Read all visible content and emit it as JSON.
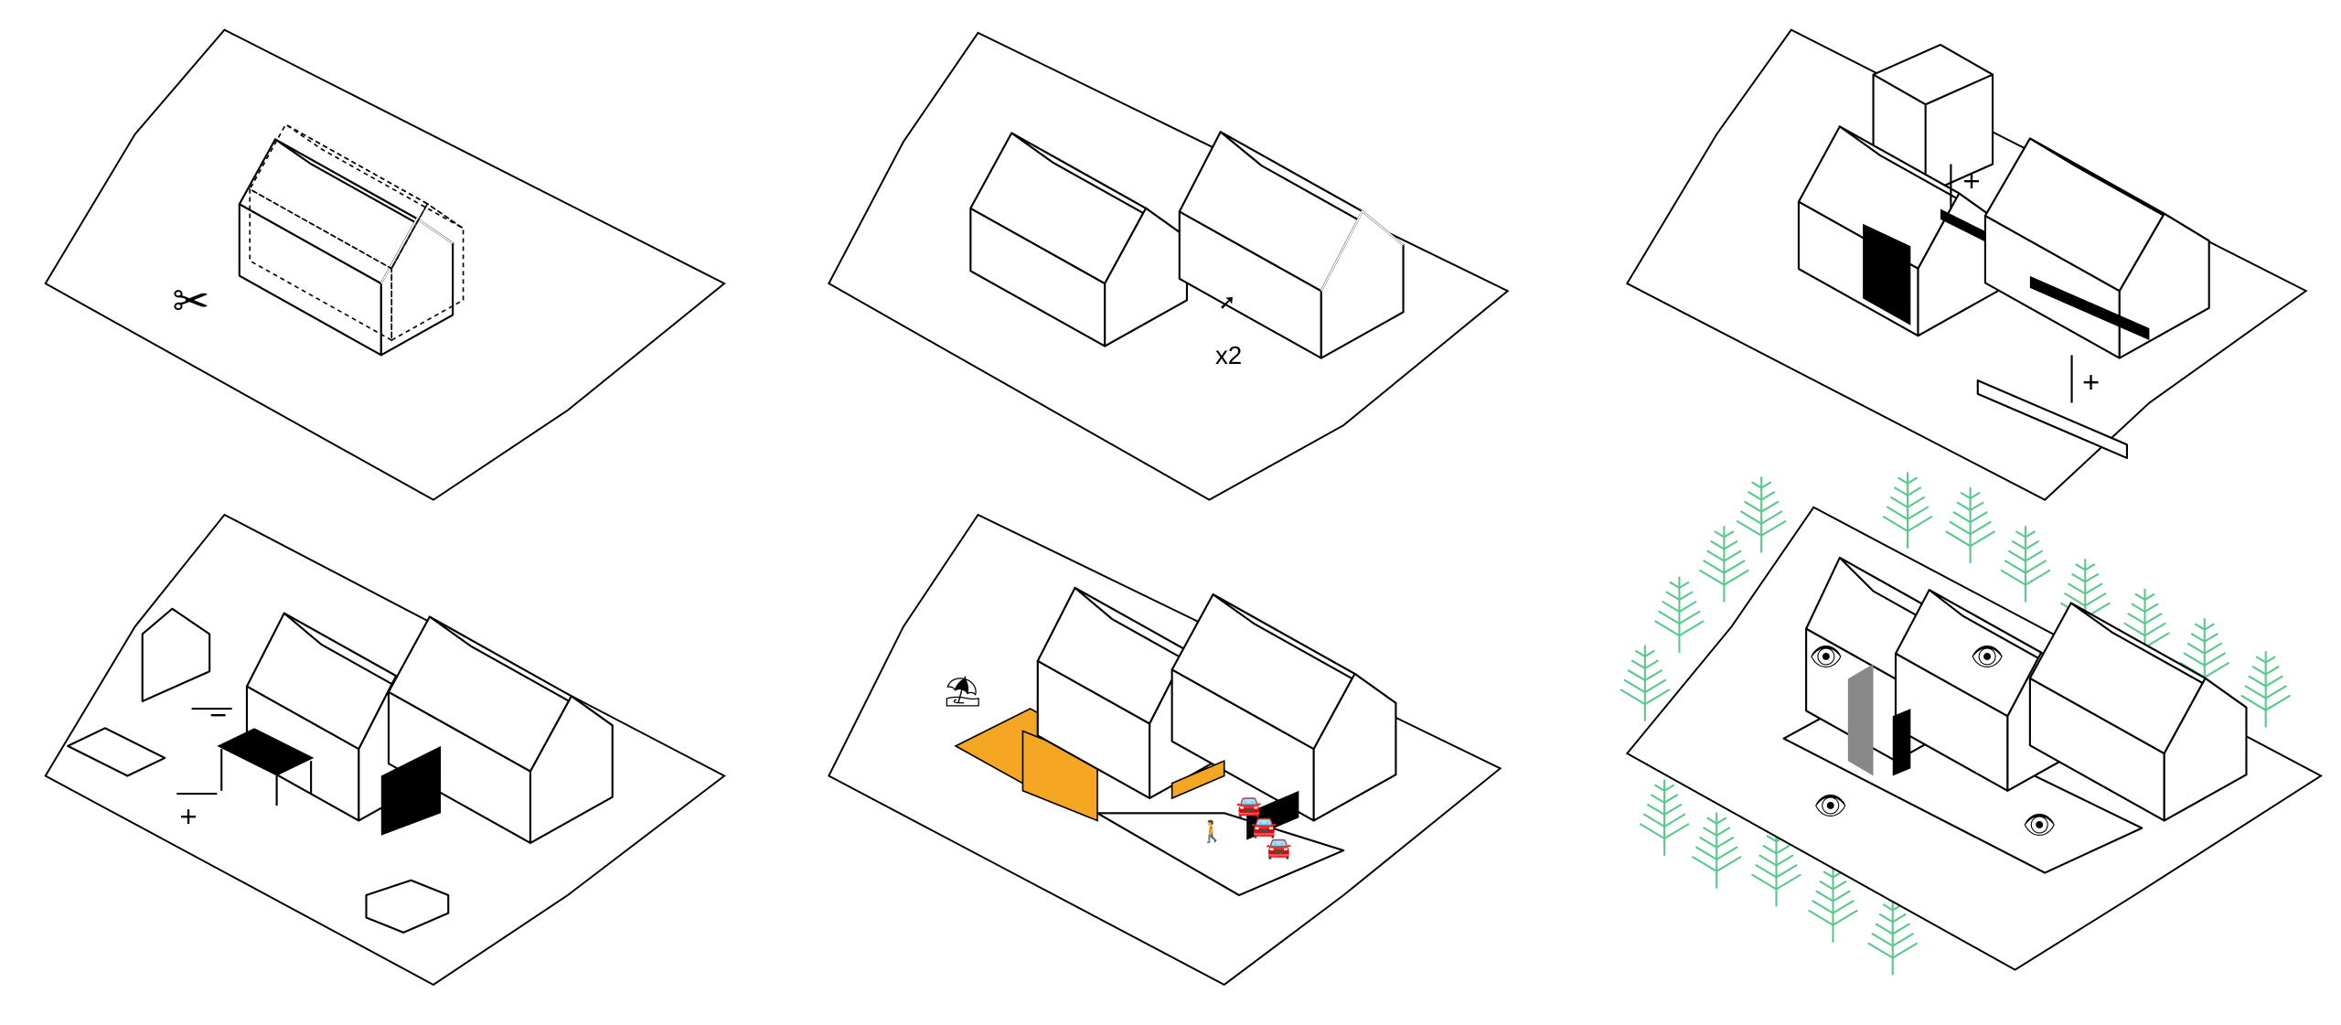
{
  "diagram": {
    "panels": [
      {
        "id": "cut",
        "icon": "scissors-icon"
      },
      {
        "id": "duplicate",
        "label": "x2"
      },
      {
        "id": "add-volumes",
        "label_top": "+",
        "label_bottom": "+"
      },
      {
        "id": "furnish",
        "label_minus": "−",
        "label_plus": "+"
      },
      {
        "id": "site-program",
        "accent": "#f5a623"
      },
      {
        "id": "views",
        "tree_color": "#5cc88c"
      }
    ]
  }
}
